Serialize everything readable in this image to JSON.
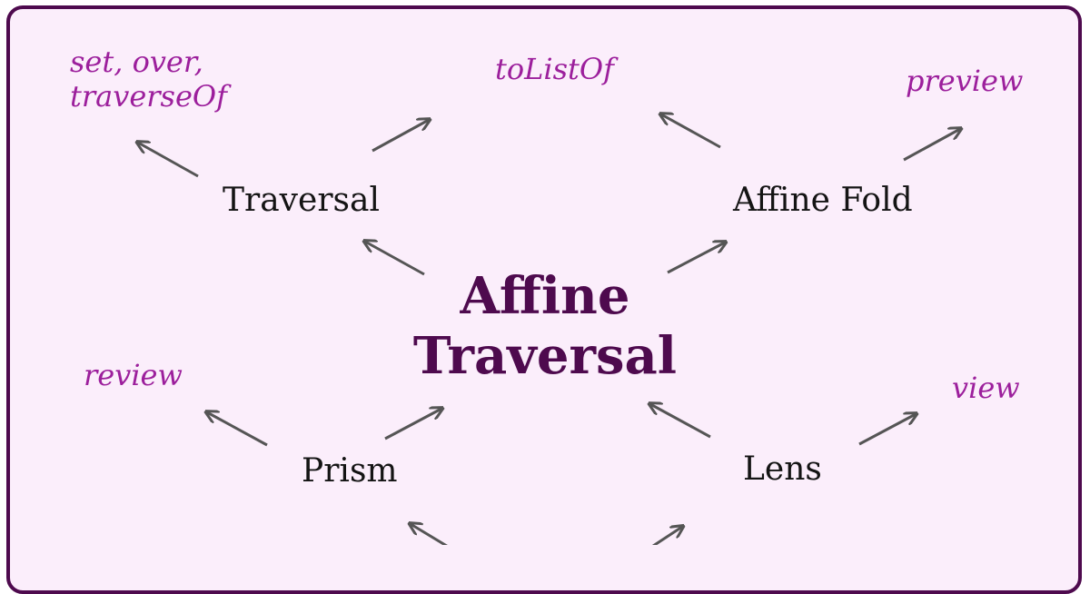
{
  "center": {
    "line1": "Affine",
    "line2": "Traversal"
  },
  "nodes": {
    "traversal": "Traversal",
    "affine_fold": "Affine Fold",
    "prism": "Prism",
    "lens": "Lens"
  },
  "operations": {
    "set_over_line1": "set, over,",
    "set_over_line2": "traverseOf",
    "to_list_of": "toListOf",
    "preview": "preview",
    "review": "review",
    "view": "view"
  },
  "colors": {
    "border": "#4e0a4e",
    "background": "#fbeefb",
    "center_text": "#4e0a4e",
    "operation_text": "#9c1f9c",
    "node_text": "#141414",
    "arrow": "#555555"
  }
}
